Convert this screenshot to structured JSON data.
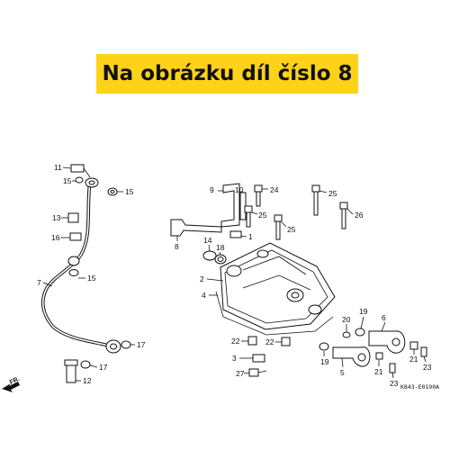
{
  "banner": {
    "text": "Na obrázku díl číslo 8",
    "color": "#ffd21a"
  },
  "diagram": {
    "direction_label": "FR.",
    "drawing_code": "K843-E0190A",
    "part_numbers": [
      "11",
      "15",
      "15",
      "13",
      "16",
      "7",
      "15",
      "17",
      "17",
      "12",
      "9",
      "10",
      "24",
      "25",
      "25",
      "25",
      "26",
      "8",
      "14",
      "18",
      "1",
      "2",
      "4",
      "20",
      "19",
      "6",
      "22",
      "22",
      "3",
      "27",
      "19",
      "5",
      "21",
      "21",
      "23",
      "23"
    ]
  }
}
